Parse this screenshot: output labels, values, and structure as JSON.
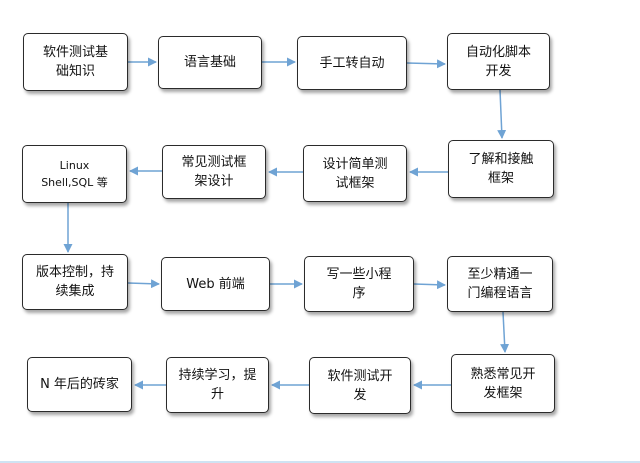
{
  "nodes": {
    "n1": "软件测试基\n础知识",
    "n2": "语言基础",
    "n3": "手工转自动",
    "n4": "自动化脚本\n开发",
    "n5": "了解和接触\n框架",
    "n6": "设计简单测\n试框架",
    "n7": "常见测试框\n架设计",
    "n8": "Linux\nShell,SQL 等",
    "n9": "版本控制，持\n续集成",
    "n10": "Web 前端",
    "n11": "写一些小程\n序",
    "n12": "至少精通一\n门编程语言",
    "n13": "熟悉常见开\n发框架",
    "n14": "软件测试开\n发",
    "n15": "持续学习，提\n升",
    "n16": "N 年后的砖家"
  },
  "colors": {
    "arrow": "#6fa3d4",
    "border": "#2b2b2b"
  }
}
